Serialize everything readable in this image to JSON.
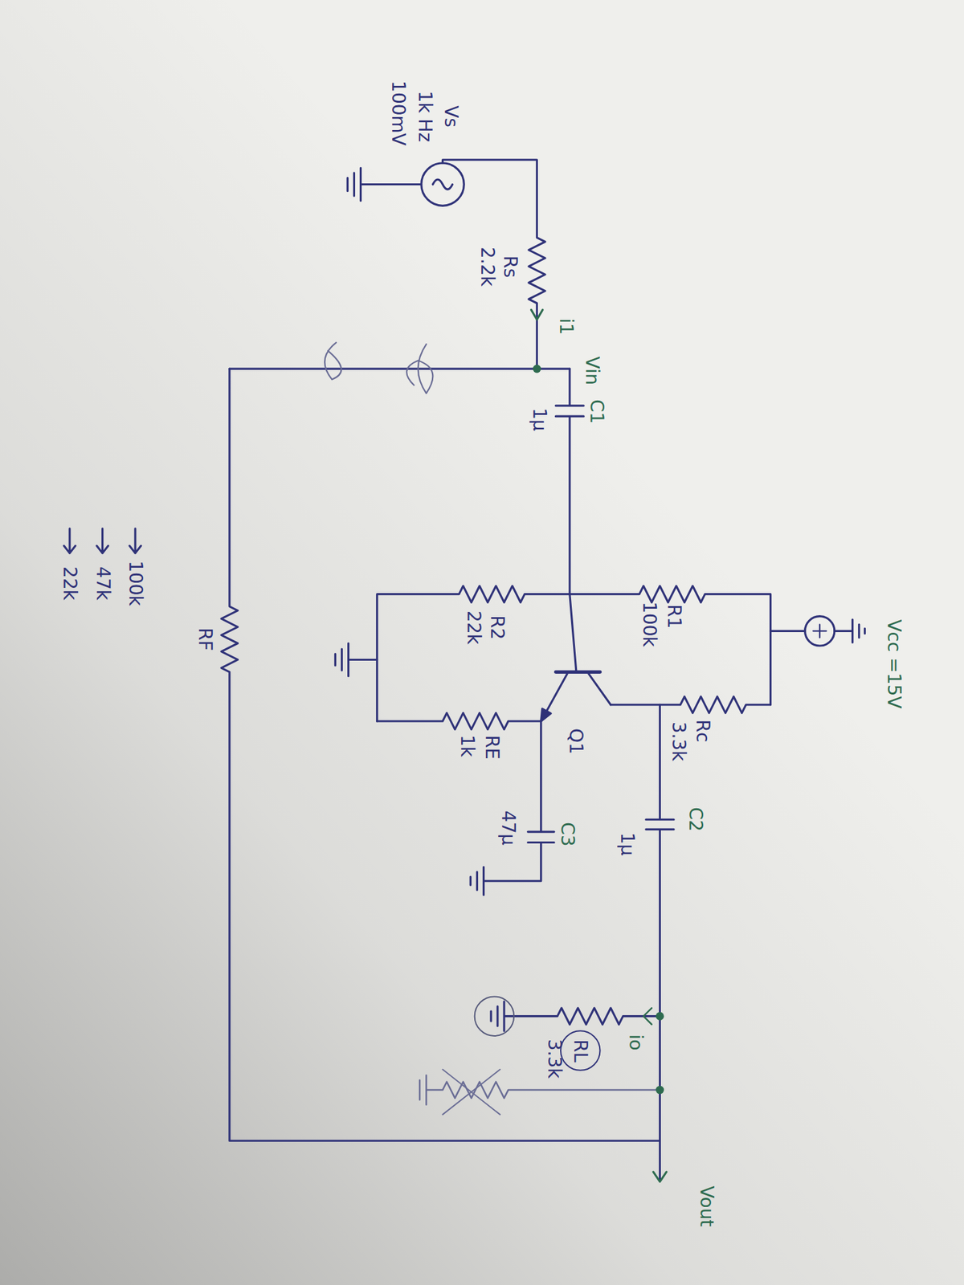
{
  "diagram": {
    "labels": [
      "Vcc =15V",
      "R1",
      "100k",
      "Rc",
      "3.3k",
      "C2",
      "1µ",
      "Q1",
      "C3",
      "47µ",
      "R2",
      "22k",
      "RE",
      "1k",
      "Rs",
      "2.2k",
      "i1",
      "Vin",
      "C1",
      "1µ",
      "Vs",
      "1k Hz",
      "100mV",
      "io",
      "RL",
      "3.3k",
      "Vout",
      "RF",
      "100k",
      "47k",
      "22k"
    ]
  }
}
